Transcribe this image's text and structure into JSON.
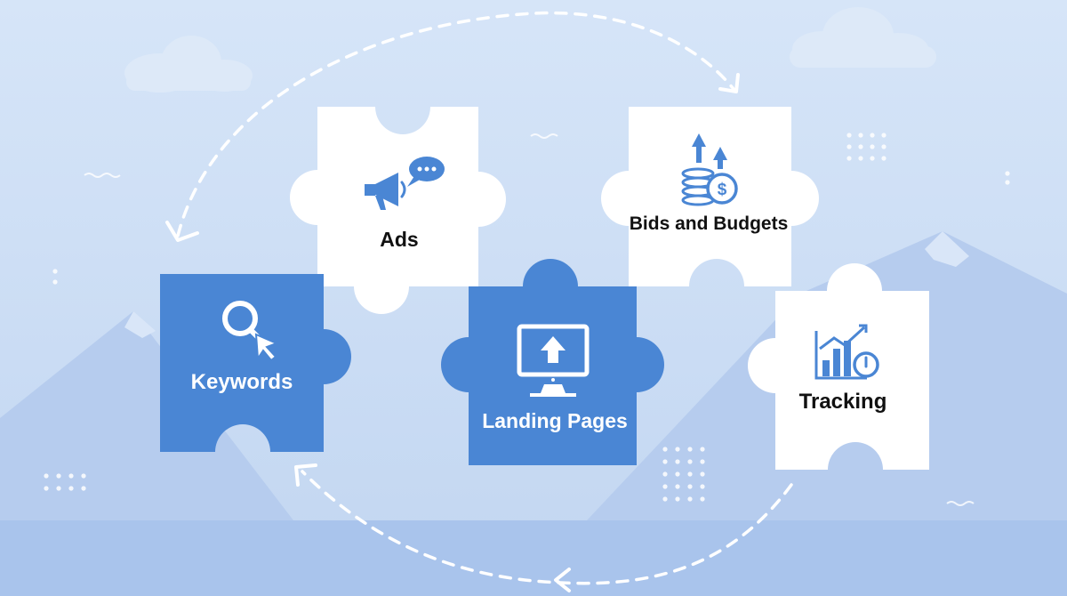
{
  "pieces": [
    {
      "id": "keywords",
      "label": "Keywords",
      "icon": "magnifier-cursor-icon",
      "fill": "#4a86d4"
    },
    {
      "id": "ads",
      "label": "Ads",
      "icon": "megaphone-chat-icon",
      "fill": "#ffffff"
    },
    {
      "id": "bids",
      "label": "Bids and Budgets",
      "icon": "coins-arrows-dollar-icon",
      "fill": "#ffffff"
    },
    {
      "id": "landing",
      "label": "Landing Pages",
      "icon": "monitor-upload-icon",
      "fill": "#4a86d4"
    },
    {
      "id": "tracking",
      "label": "Tracking",
      "icon": "chart-clock-icon",
      "fill": "#ffffff"
    }
  ],
  "colors": {
    "background": "#cbdcf3",
    "background_light": "#dde9f8",
    "mountain": "#b3cbee",
    "ground": "#a9c4ec",
    "accent_blue": "#4a86d4",
    "dark_text": "#111111",
    "arrow": "#ffffff"
  }
}
